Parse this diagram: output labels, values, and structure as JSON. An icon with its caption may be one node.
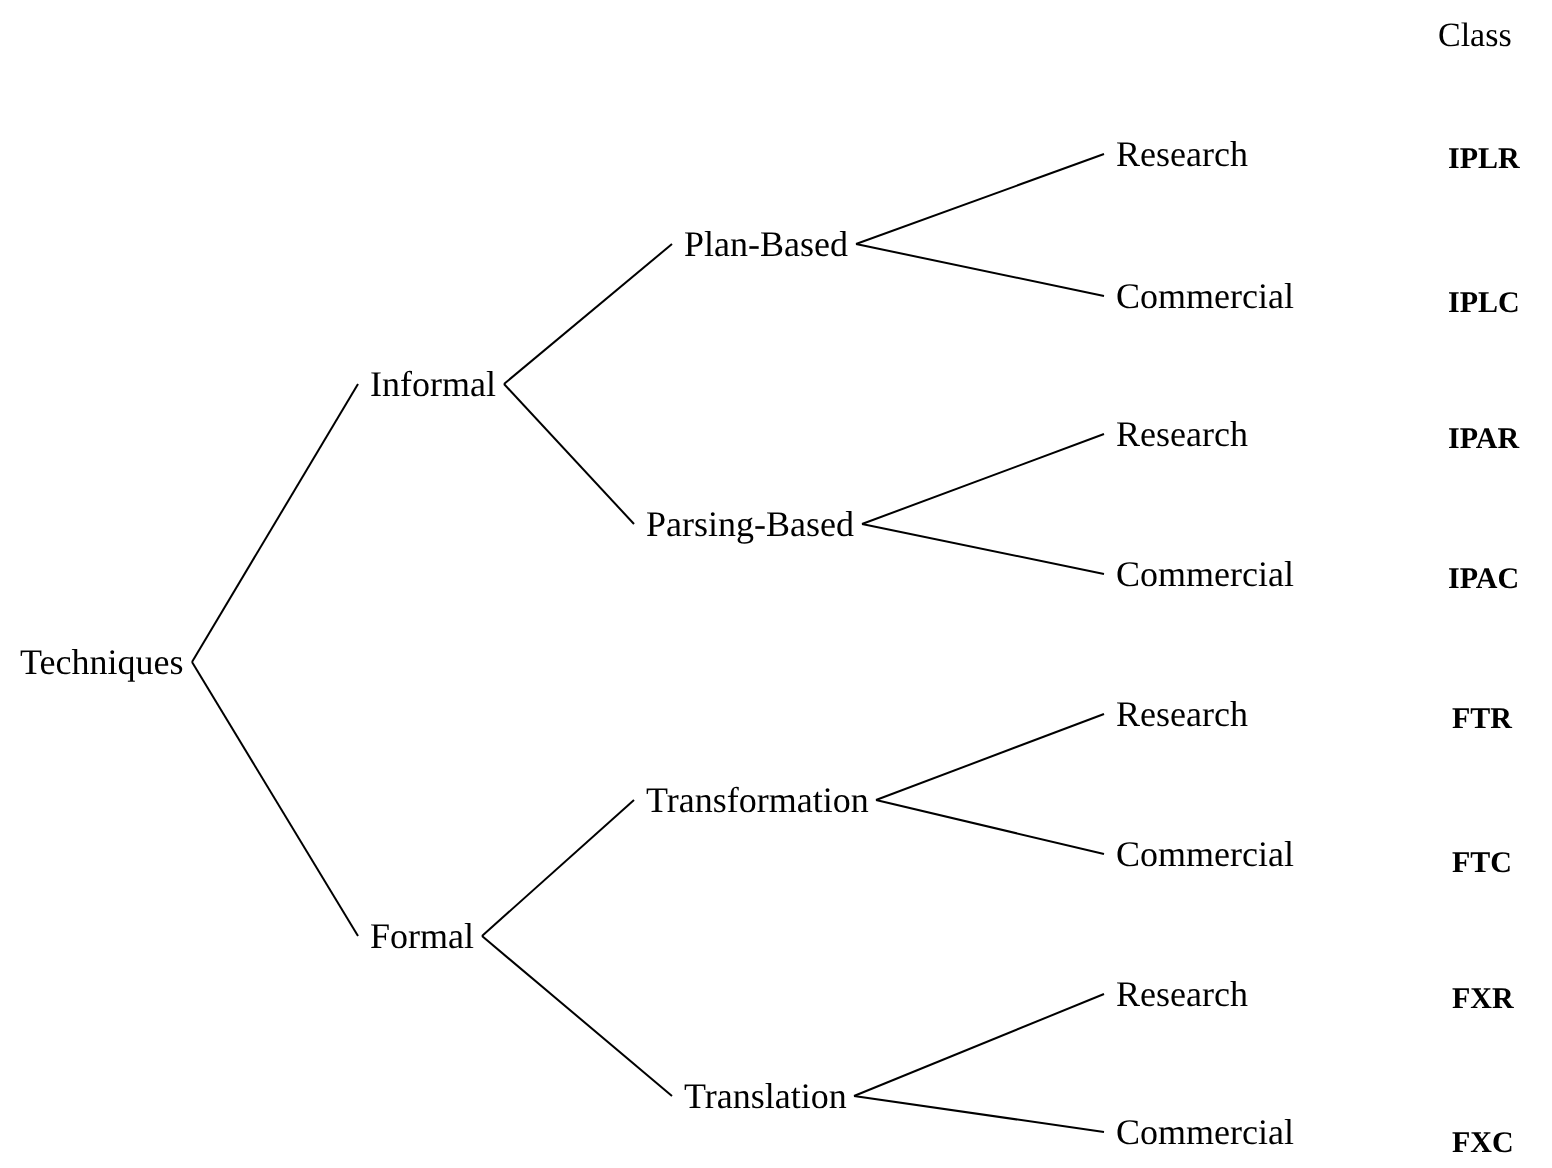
{
  "diagram": {
    "nodes": [
      {
        "text": [
          "Techniques"
        ]
      },
      {
        "text": [
          "Informal"
        ]
      },
      {
        "text": [
          "Formal"
        ]
      },
      {
        "text": [
          "Plan-Based"
        ]
      },
      {
        "text": [
          "Parsing-Based"
        ]
      },
      {
        "text": [
          "Transformation"
        ]
      },
      {
        "text": [
          "Translation"
        ]
      },
      {
        "text": [
          "Research"
        ]
      },
      {
        "text": [
          "Commercial"
        ]
      },
      {
        "text": [
          "Research"
        ]
      },
      {
        "text": [
          "Commercial"
        ]
      },
      {
        "text": [
          "Research"
        ]
      },
      {
        "text": [
          "Commercial"
        ]
      },
      {
        "text": [
          "Research"
        ]
      },
      {
        "text": [
          "Commercial"
        ]
      }
    ],
    "edges": [
      {
        "from": 0,
        "to": 1,
        "arrow": "none"
      },
      {
        "from": 0,
        "to": 2,
        "arrow": "none"
      },
      {
        "from": 1,
        "to": 3,
        "arrow": "none"
      },
      {
        "from": 1,
        "to": 4,
        "arrow": "none"
      },
      {
        "from": 2,
        "to": 5,
        "arrow": "none"
      },
      {
        "from": 2,
        "to": 6,
        "arrow": "none"
      },
      {
        "from": 3,
        "to": 7,
        "arrow": "none"
      },
      {
        "from": 3,
        "to": 8,
        "arrow": "none"
      },
      {
        "from": 4,
        "to": 9,
        "arrow": "none"
      },
      {
        "from": 4,
        "to": 10,
        "arrow": "none"
      },
      {
        "from": 5,
        "to": 11,
        "arrow": "none"
      },
      {
        "from": 5,
        "to": 12,
        "arrow": "none"
      },
      {
        "from": 6,
        "to": 13,
        "arrow": "none"
      },
      {
        "from": 6,
        "to": 14,
        "arrow": "none"
      }
    ],
    "labels": [
      "Class",
      "IPLR",
      "IPLC",
      "IPAR",
      "IPAC",
      "FTR",
      "FTC",
      "FXR",
      "FXC"
    ]
  }
}
